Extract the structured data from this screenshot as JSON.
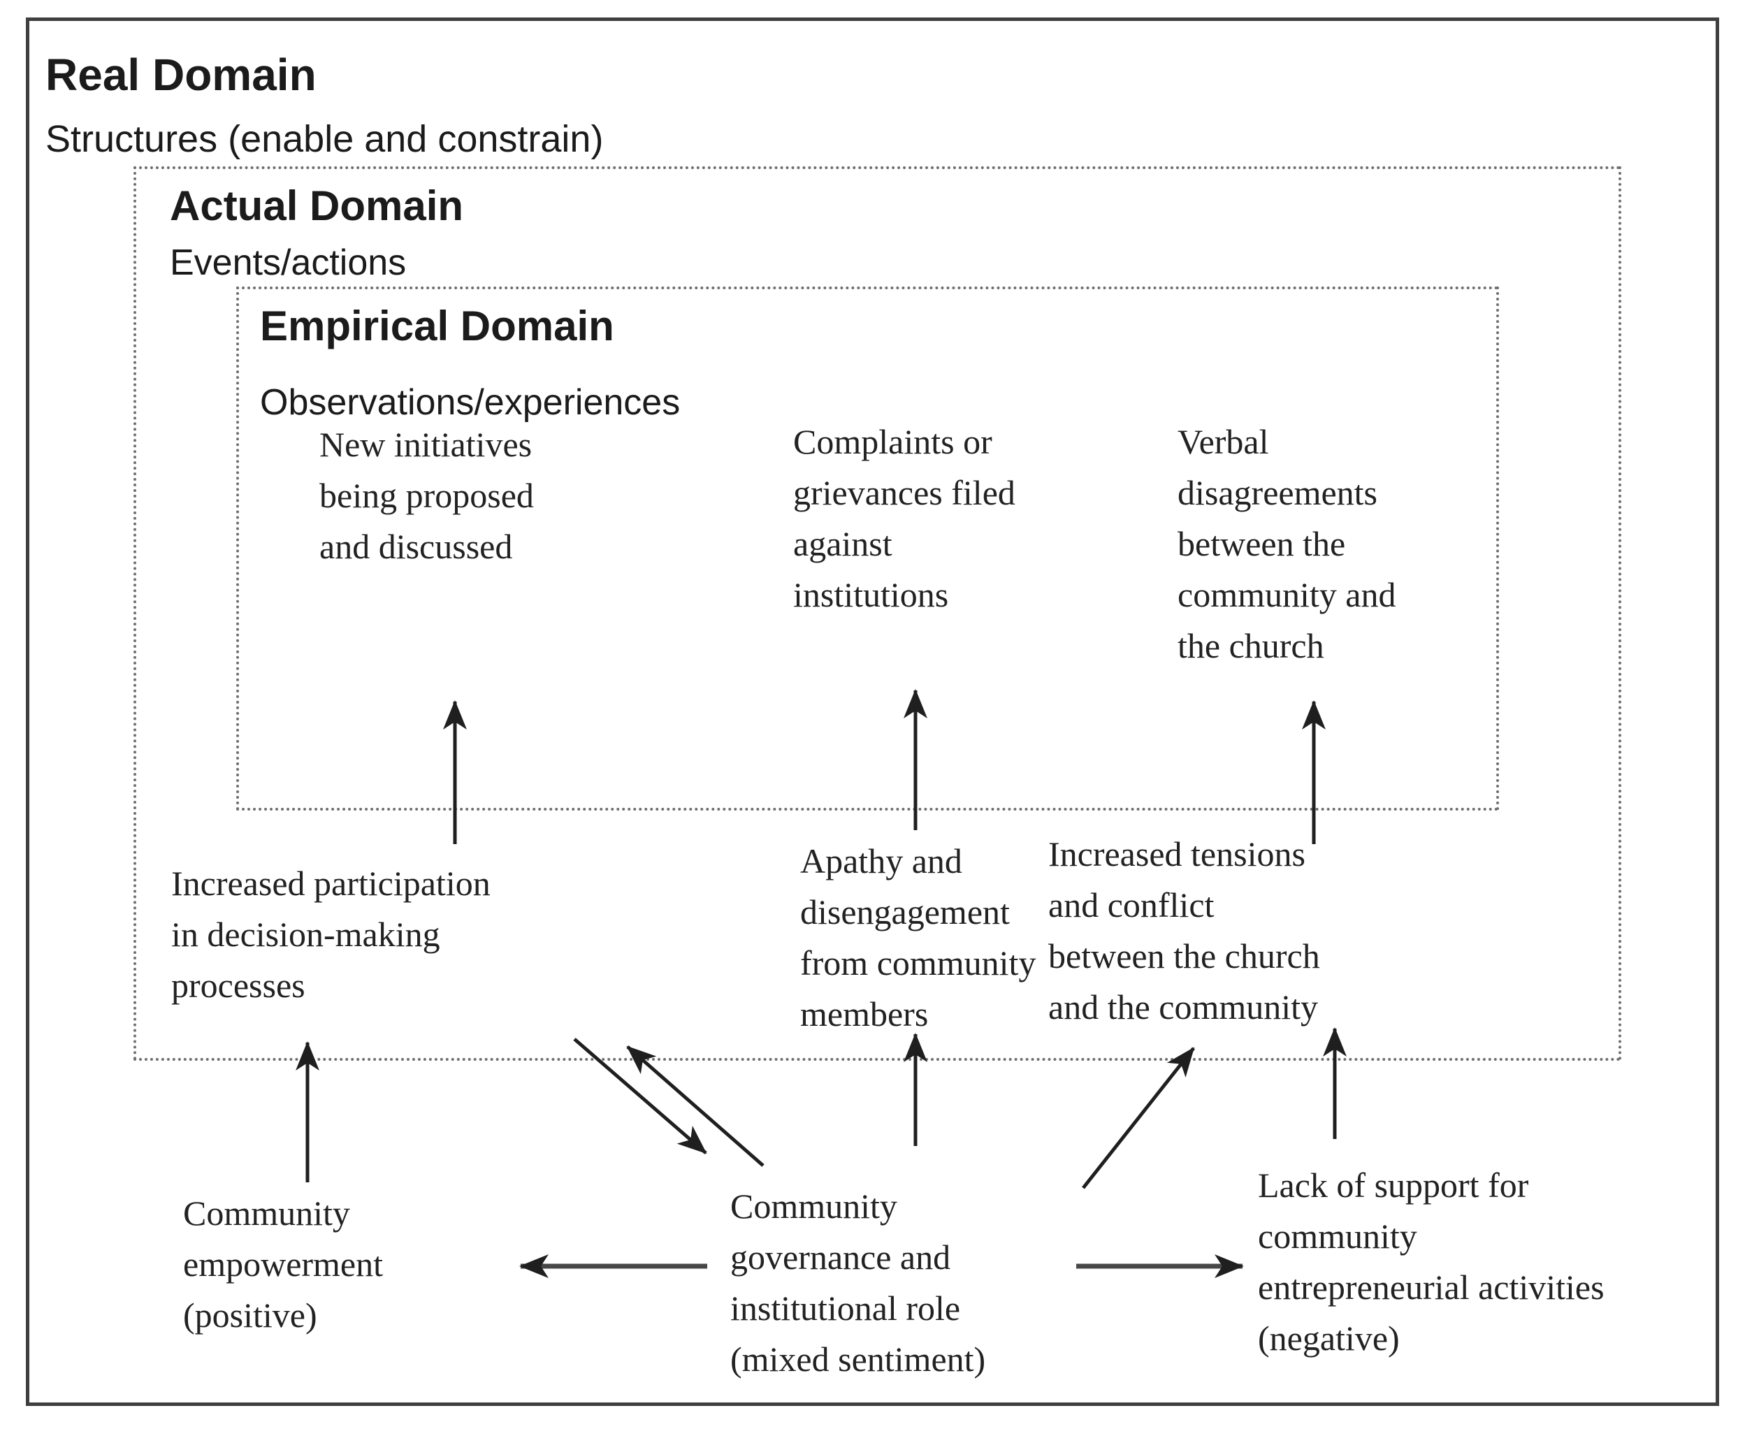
{
  "figure": {
    "type": "nested-domain-diagram",
    "background_color": "#ffffff",
    "outer_border_color": "#3f3f3f",
    "dotted_border_color": "#6e6e6e",
    "text_color": "#1b1b1b"
  },
  "domains": {
    "real": {
      "title": "Real Domain",
      "subtitle": "Structures (enable and constrain)"
    },
    "actual": {
      "title": "Actual Domain",
      "subtitle": "Events/actions"
    },
    "empirical": {
      "title": "Empirical Domain",
      "subtitle": "Observations/experiences"
    }
  },
  "empirical_observations": [
    {
      "id": "new-initiatives",
      "text": "New initiatives\nbeing proposed\nand discussed"
    },
    {
      "id": "complaints",
      "text": "Complaints or\ngrievances filed\nagainst\ninstitutions"
    },
    {
      "id": "verbal-disagreements",
      "text": "Verbal\ndisagreements\nbetween the\ncommunity and\nthe church"
    }
  ],
  "actual_events": [
    {
      "id": "increased-participation",
      "text": "Increased participation\nin decision-making\nprocesses"
    },
    {
      "id": "apathy",
      "text": "Apathy and\ndisengagement\nfrom community\nmembers"
    },
    {
      "id": "increased-tensions",
      "text": "Increased tensions\nand conflict\nbetween the church\nand the community"
    }
  ],
  "real_structures": [
    {
      "id": "community-empowerment",
      "text": "Community\nempowerment\n(positive)"
    },
    {
      "id": "community-governance",
      "text": "Community\ngovernance and\ninstitutional role\n(mixed sentiment)"
    },
    {
      "id": "lack-of-support",
      "text": "Lack of support for\ncommunity\nentrepreneurial activities\n(negative)"
    }
  ],
  "edges": [
    {
      "from": "increased-participation",
      "to": "new-initiatives",
      "style": "single-arrow-up"
    },
    {
      "from": "apathy",
      "to": "complaints",
      "style": "single-arrow-up"
    },
    {
      "from": "increased-tensions",
      "to": "verbal-disagreements",
      "style": "single-arrow-up"
    },
    {
      "from": "community-empowerment",
      "to": "increased-participation",
      "style": "single-arrow-up"
    },
    {
      "from": "community-governance",
      "to": "apathy",
      "style": "single-arrow-up"
    },
    {
      "from": "lack-of-support",
      "to": "increased-tensions",
      "style": "single-arrow-up"
    },
    {
      "from": "community-governance",
      "to": "increased-participation",
      "style": "bidirectional-diagonal-pair"
    },
    {
      "from": "community-governance",
      "to": "increased-tensions",
      "style": "diagonal-arrow-up-right"
    },
    {
      "from": "community-governance",
      "to": "community-empowerment",
      "style": "horizontal-arrow-left"
    },
    {
      "from": "community-governance",
      "to": "lack-of-support",
      "style": "horizontal-arrow-right"
    }
  ]
}
